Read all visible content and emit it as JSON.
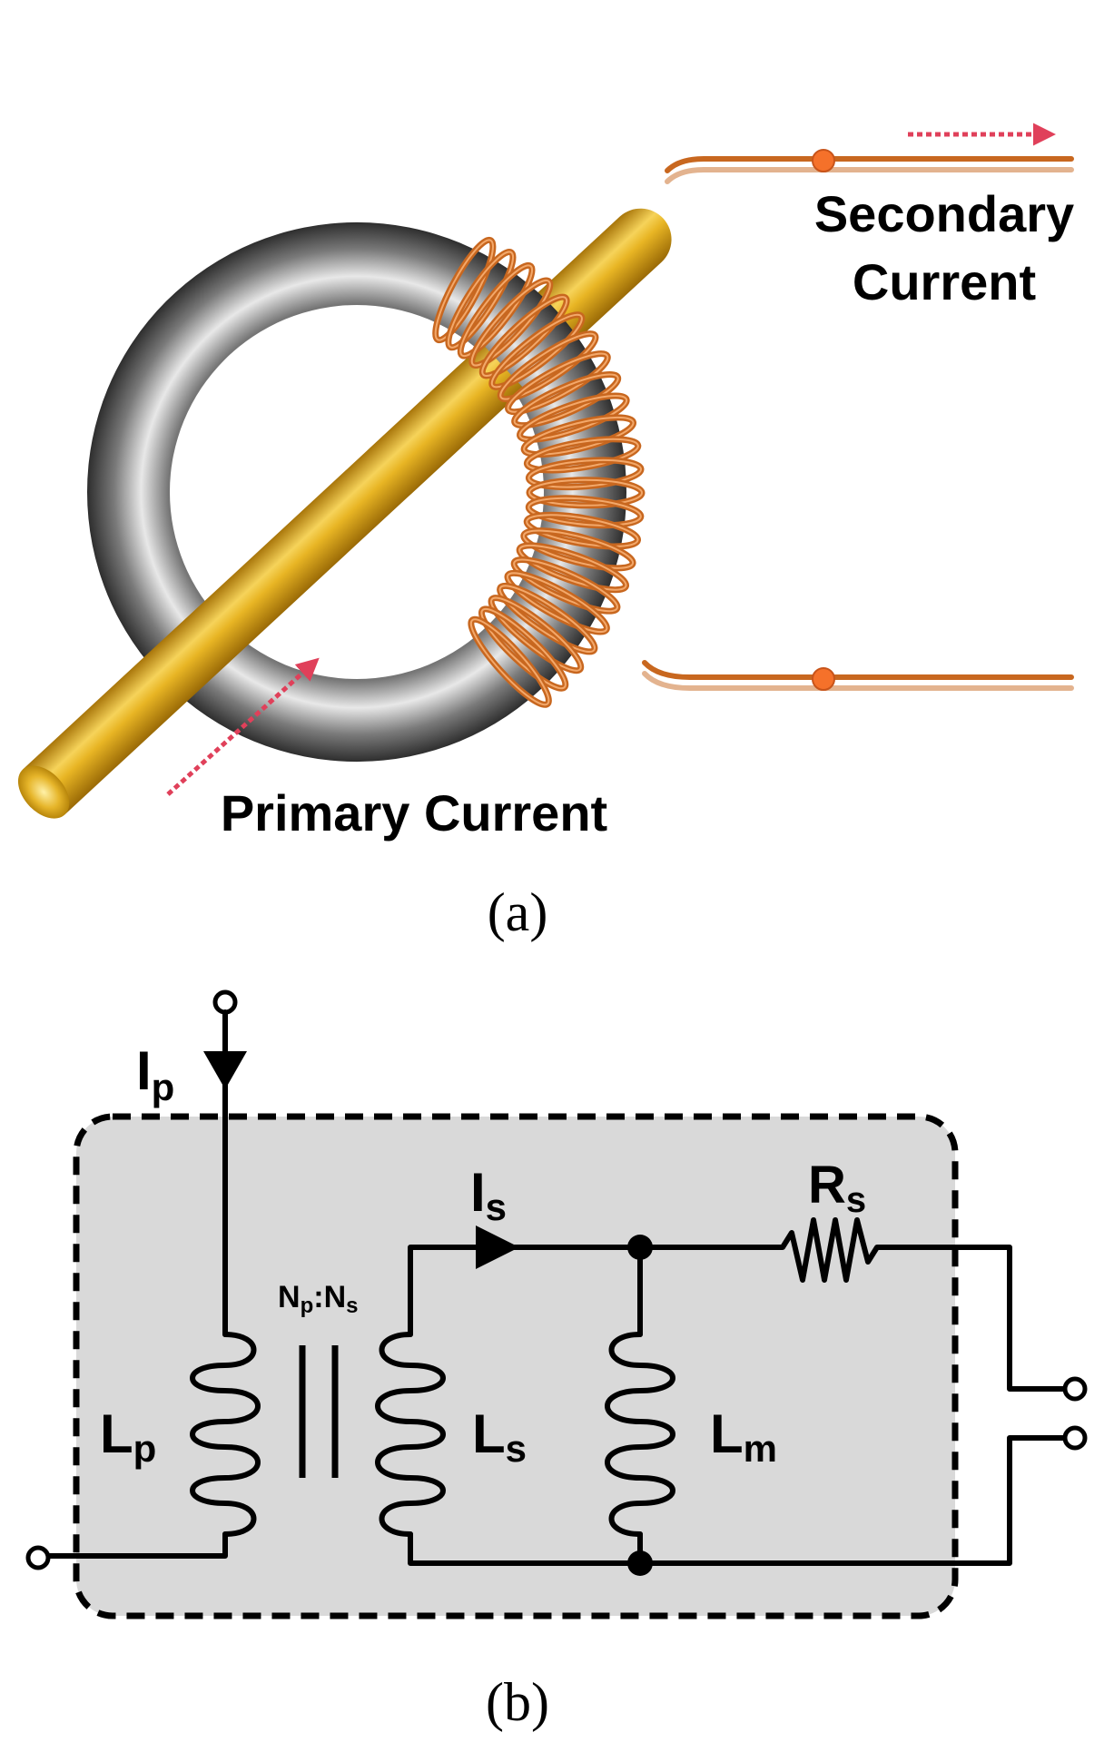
{
  "panel_a": {
    "secondary_label_line1": "Secondary",
    "secondary_label_line2": "Current",
    "primary_label": "Primary Current",
    "caption": "(a)"
  },
  "panel_b": {
    "ip_main": "I",
    "ip_sub": "p",
    "is_main": "I",
    "is_sub": "s",
    "rs_main": "R",
    "rs_sub": "s",
    "ratio_np_main": "N",
    "ratio_np_sub": "p",
    "ratio_colon": ":",
    "ratio_ns_main": "N",
    "ratio_ns_sub": "s",
    "lp_main": "L",
    "lp_sub": "p",
    "ls_main": "L",
    "ls_sub": "s",
    "lm_main": "L",
    "lm_sub": "m",
    "caption": "(b)"
  },
  "colors": {
    "core_dark": "#3a3a3a",
    "core_light": "#e6e6e6",
    "conductor_gold": "#e3ad1c",
    "copper": "#c8671f",
    "arrow_red": "#e0405a",
    "box_fill": "#d9d9d9"
  }
}
